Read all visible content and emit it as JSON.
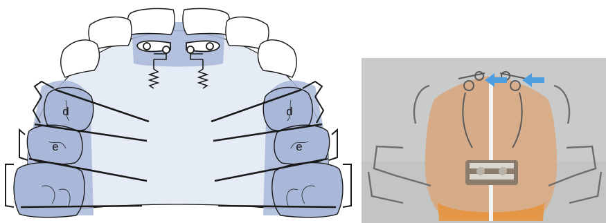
{
  "diagram": {
    "tooth_labels": {
      "left_upper": "d",
      "left_lower": "e",
      "right_upper": "d",
      "right_lower": "e"
    },
    "colors": {
      "outline": "#1a1a1a",
      "plate_fill": "#e6ecf5",
      "highlight_fill": "#a9b8d8",
      "tooth_fill": "#ffffff"
    }
  },
  "photo": {
    "arrow_color": "#4f9fe0",
    "arrow_count": 2,
    "background": "#c9cbcb",
    "appliance_color": "#d8a882"
  }
}
